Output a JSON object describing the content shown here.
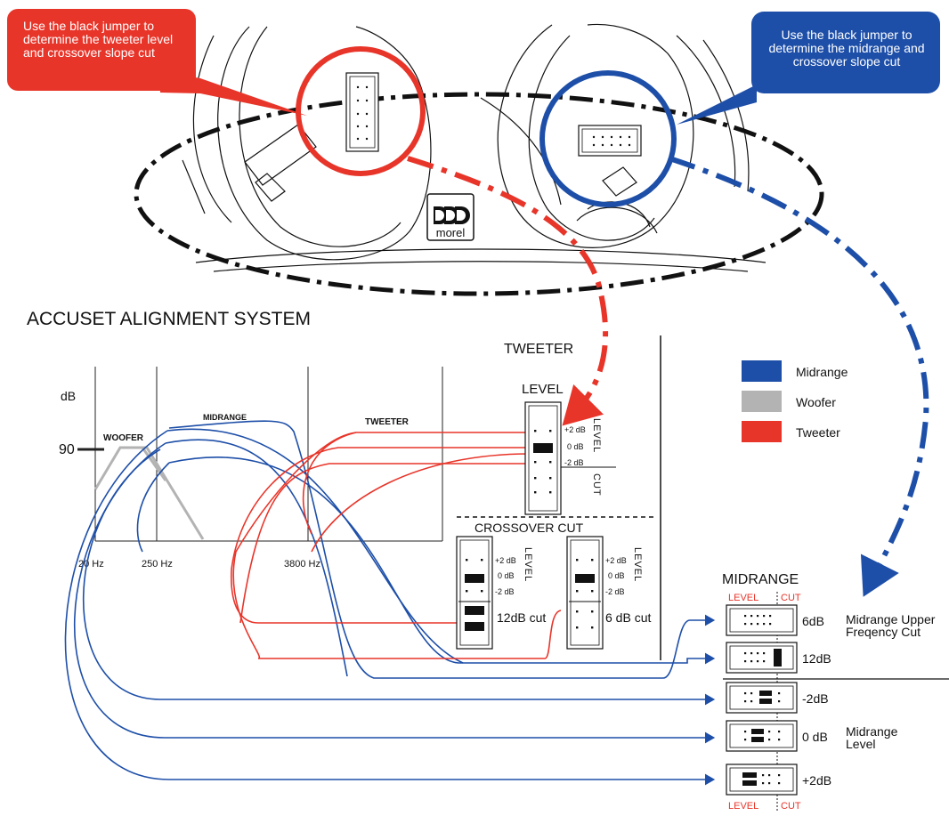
{
  "callouts": {
    "tweeter_text": "Use the black jumper to determine the tweeter level and crossover slope cut",
    "midrange_text": "Use the black jumper to determine the midrange and crossover slope cut"
  },
  "brand": {
    "logo_text": "morel"
  },
  "title": "ACCUSET ALIGNMENT SYSTEM",
  "colors": {
    "midrange": "#1e4fa8",
    "woofer": "#b3b3b3",
    "tweeter": "#e8352a"
  },
  "legend": [
    {
      "label": "Midrange",
      "color": "#1e4fa8"
    },
    {
      "label": "Woofer",
      "color": "#b3b3b3"
    },
    {
      "label": "Tweeter",
      "color": "#e8352a"
    }
  ],
  "graph": {
    "ylabel": "dB",
    "y_tick": "90",
    "x_ticks": [
      "20 Hz",
      "250 Hz",
      "3800 Hz"
    ],
    "band_labels": [
      "WOOFER",
      "MIDRANGE",
      "TWEETER"
    ]
  },
  "tweeter": {
    "heading": "TWEETER",
    "level_heading": "LEVEL",
    "level_options": [
      "+2 dB",
      "0  dB",
      "-2 dB"
    ],
    "side_level": "LEVEL",
    "side_cut": "CUT",
    "crossover_heading": "CROSSOVER CUT",
    "cut_12": "12dB cut",
    "cut_6": "6 dB cut"
  },
  "midrange": {
    "heading": "MIDRANGE",
    "col_level": "LEVEL",
    "col_cut": "CUT",
    "rows": [
      "6dB",
      "12dB",
      "-2dB",
      "0 dB",
      "+2dB"
    ],
    "upper_cut_label": "Midrange Upper Freqency Cut",
    "level_label": "Midrange Level"
  }
}
